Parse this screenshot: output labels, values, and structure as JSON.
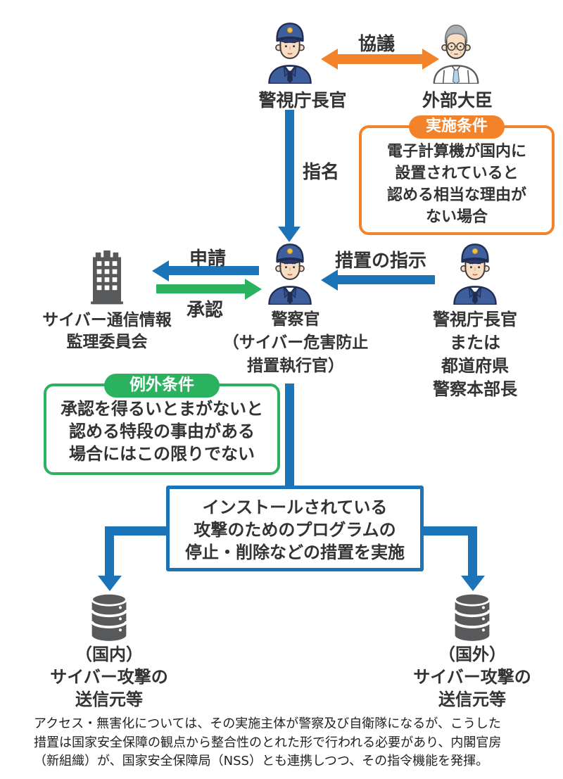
{
  "colors": {
    "arrow_blue": "#1b74b8",
    "arrow_green": "#2bb25f",
    "accent_orange": "#f3832b",
    "icon_gray": "#58595b",
    "text": "#333333"
  },
  "nodes": {
    "npa_chief": {
      "label": "警視庁長官"
    },
    "minister": {
      "label": "外部大臣"
    },
    "officer": {
      "label": "警察官\n（サイバー危害防止\n措置執行官）"
    },
    "committee": {
      "label": "サイバー通信情報\n監理委員会"
    },
    "pref_chief": {
      "label": "警視庁長官\nまたは\n都道府県\n警察本部長"
    },
    "source_domestic": {
      "label": "（国内）\nサイバー攻撃の\n送信元等"
    },
    "source_foreign": {
      "label": "（国外）\nサイバー攻撃の\n送信元等"
    }
  },
  "arrows": {
    "consult": "協議",
    "designate": "指名",
    "apply": "申請",
    "approve": "承認",
    "instruct": "措置の指示"
  },
  "boxes": {
    "implementation": {
      "badge": "実施条件",
      "text": "電子計算機が国内に\n設置されていると\n認める相当な理由が\nない場合"
    },
    "exception": {
      "badge": "例外条件",
      "text": "承認を得るいとまがないと\n認める特段の事由がある\n場合にはこの限りでない"
    },
    "action": {
      "text": "インストールされている\n攻撃のためのプログラムの\n停止・削除などの措置を実施"
    }
  },
  "footnote": "アクセス・無害化については、その実施主体が警察及び自衛隊になるが、こうした\n措置は国家安全保障の観点から整合性のとれた形で行われる必要があり、内閣官房\n（新組織）が、国家安全保障局（NSS）とも連携しつつ、その指令機能を発揮。"
}
